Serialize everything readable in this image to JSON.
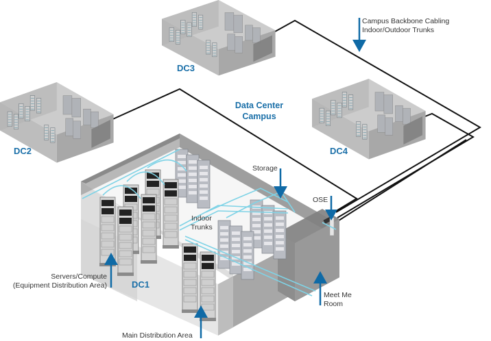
{
  "diagram": {
    "title": "Data Center\nCampus",
    "data_centers": [
      {
        "id": "dc1",
        "label": "DC1"
      },
      {
        "id": "dc2",
        "label": "DC2"
      },
      {
        "id": "dc3",
        "label": "DC3"
      },
      {
        "id": "dc4",
        "label": "DC4"
      }
    ],
    "callouts": {
      "backbone": "Campus Backbone Cabling\nIndoor/Outdoor Trunks",
      "storage": "Storage",
      "ose": "OSE",
      "indoor_trunks": "Indoor\nTrunks",
      "servers": "Servers/Compute\n(Equipment Distribution Area)",
      "mda": "Main Distribution Area",
      "meet_me": "Meet Me\nRoom"
    },
    "colors": {
      "accent_blue": "#1a6fa8",
      "arrow_blue": "#0f6aa6",
      "cable_black": "#111111",
      "fiber_cyan": "#7fd3e6",
      "building_gray": "#a9a9a9"
    }
  }
}
